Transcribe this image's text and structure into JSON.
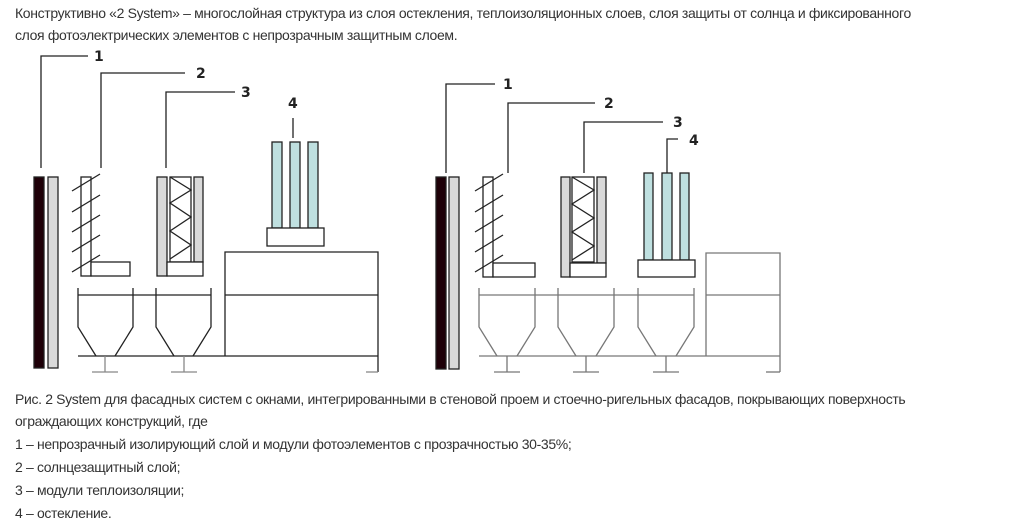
{
  "intro": {
    "line1": "Конструктивно «2 System»  – многослойная структура из слоя остекления, теплоизоляционных слоев, слоя защиты от солнца и фиксированного",
    "line2": "слоя фотоэлектрических элементов с непрозрачным защитным слоем."
  },
  "figure": {
    "left_labels": [
      "1",
      "2",
      "3",
      "4"
    ],
    "right_labels": [
      "1",
      "2",
      "3",
      "4"
    ],
    "colors": {
      "dark_layer": "#1e0008",
      "gray_layer": "#d9d9d9",
      "glass": "#bfe0e0"
    }
  },
  "caption": {
    "line1": "Рис. 2 System для фасадных систем с окнами, интегрированными в стеновой проем и стоечно-ригельных фасадов, покрывающих поверхность",
    "line2": "ограждающих конструкций, где",
    "legend": [
      "1 – непрозрачный изолирующий слой и модули фотоэлементов с прозрачностью 30-35%;",
      "2 – солнцезащитный слой;",
      "3 – модули теплоизоляции;",
      "4 – остекление."
    ]
  }
}
